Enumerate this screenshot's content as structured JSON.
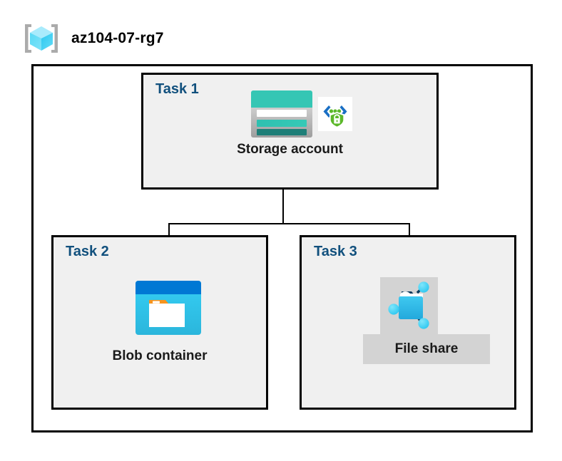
{
  "diagram": {
    "type": "azure-architecture-diagram",
    "resource_group": {
      "name": "az104-07-rg7",
      "icon": "resource-group-cube-icon"
    },
    "colors": {
      "task_label": "#11507D",
      "box_fill": "#F0F0F0",
      "box_border": "#000000",
      "caption_text": "#1A1A1A",
      "shade_plate": "#D3D3D3",
      "storage_teal": "#2BB3A3",
      "storage_teal_dark": "#1E7F78",
      "blob_blue": "#0078D4",
      "blob_cyan": "#32C5F4",
      "blob_orange": "#F7941E",
      "shield_green": "#5CB82A",
      "bracket_blue": "#0F6CBD",
      "fileshare_blue": "#32C5F4",
      "node_cyan": "#32D2F2"
    },
    "tasks": [
      {
        "label": "Task 1",
        "node_caption": "Storage account",
        "icons": [
          "storage-account-icon",
          "secure-endpoint-shield-icon"
        ]
      },
      {
        "label": "Task 2",
        "node_caption": "Blob container",
        "icons": [
          "blob-container-icon"
        ]
      },
      {
        "label": "Task 3",
        "node_caption": "File share",
        "icons": [
          "file-share-icon"
        ]
      }
    ],
    "connectors": [
      {
        "from": "Storage account",
        "to": "Blob container"
      },
      {
        "from": "Storage account",
        "to": "File share"
      }
    ]
  }
}
